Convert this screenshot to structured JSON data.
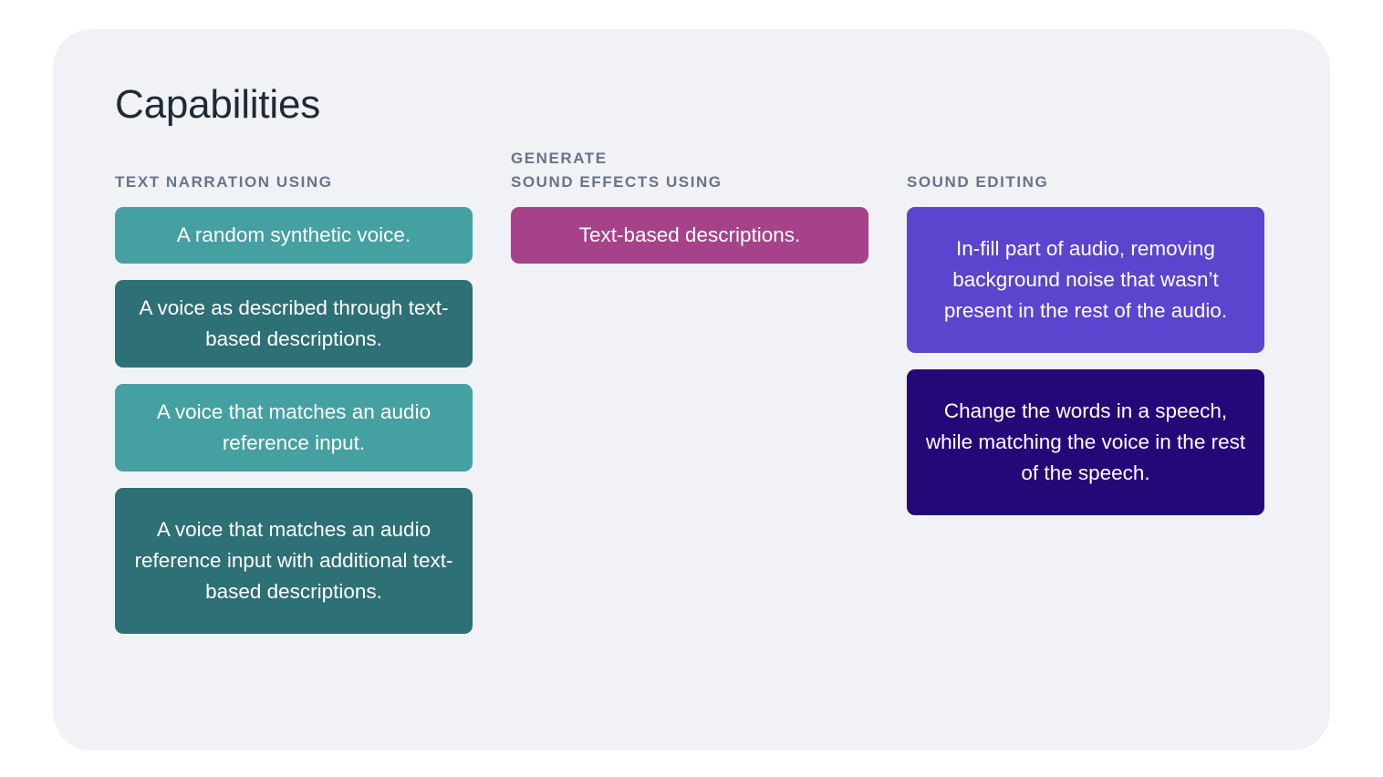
{
  "page": {
    "title": "Capabilities",
    "background_color": "#ffffff",
    "panel_color": "#f1f2f6",
    "header_label_color": "#69748a",
    "title_color": "#1f2a33"
  },
  "columns": [
    {
      "id": "text-narration",
      "header": "TEXT NARRATION USING",
      "cards": [
        {
          "text": "A random synthetic voice.",
          "color": "#45a0a2",
          "lines": 1
        },
        {
          "text": "A voice as described through text-based descriptions.",
          "color": "#2d7075",
          "lines": 2
        },
        {
          "text": "A voice that matches an audio reference input.",
          "color": "#45a0a2",
          "lines": 2
        },
        {
          "text": "A voice that matches an audio reference input with additional text-based descriptions.",
          "color": "#2d7075",
          "lines": 4
        }
      ]
    },
    {
      "id": "sound-effects",
      "header": "GENERATE\nSOUND EFFECTS USING",
      "cards": [
        {
          "text": "Text-based descriptions.",
          "color": "#a6428a",
          "lines": 1
        }
      ]
    },
    {
      "id": "sound-editing",
      "header": "SOUND EDITING",
      "cards": [
        {
          "text": "In-fill part of audio, removing background noise that wasn’t present in the rest of the audio.",
          "color": "#5b44ce",
          "lines": 4
        },
        {
          "text": "Change the words in a speech, while matching the voice in the rest of the speech.",
          "color": "#250878",
          "lines": 4
        }
      ]
    }
  ]
}
